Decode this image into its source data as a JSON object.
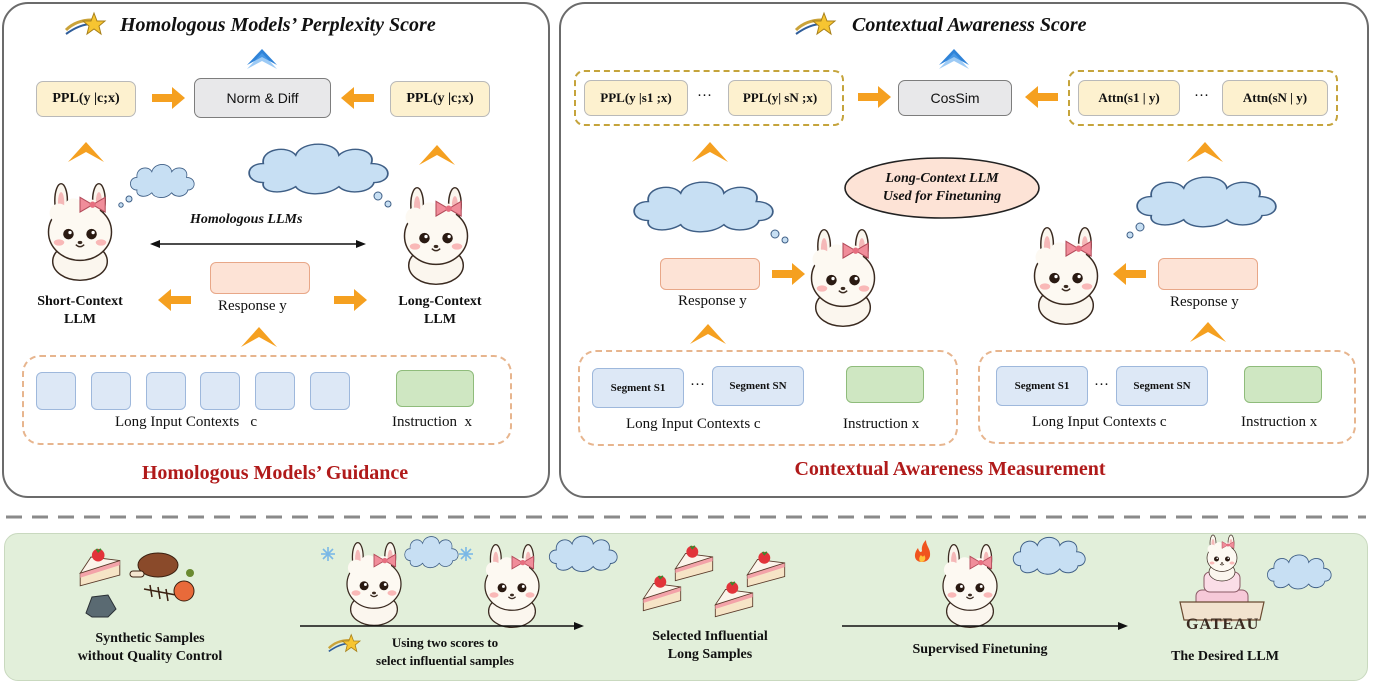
{
  "left": {
    "title": "Homologous Models’ Perplexity Score",
    "ppl_left": "PPL(y |c;x)",
    "ppl_right": "PPL(y |c;x)",
    "norm_diff": "Norm & Diff",
    "homologous": "Homologous LLMs",
    "short_llm": [
      "Short-Context",
      "LLM"
    ],
    "long_llm": [
      "Long-Context",
      "LLM"
    ],
    "response": "Response y",
    "contexts": "Long Input Contexts   c",
    "instruction": "Instruction  x",
    "guidance": "Homologous Models’ Guidance"
  },
  "right": {
    "title": "Contextual Awareness Score",
    "ppl_s1": "PPL(y |s1 ;x)",
    "ppl_sn": "PPL(y| sN ;x)",
    "ellipsis": "···",
    "cossim": "CosSim",
    "attn_s1": "Attn(s1 | y)",
    "attn_sn": "Attn(sN |  y)",
    "oval": [
      "Long-Context LLM",
      "Used for Finetuning"
    ],
    "response_left": "Response y",
    "response_right": "Response y",
    "segment_s1": "Segment S1",
    "segment_sn": "Segment SN",
    "contexts_left": "Long Input Contexts c",
    "contexts_right": "Long Input Contexts c",
    "instruction_left": "Instruction x",
    "instruction_right": "Instruction x",
    "measurement": "Contextual Awareness Measurement"
  },
  "bottom": {
    "synthetic": [
      "Synthetic Samples",
      "without Quality Control"
    ],
    "using": [
      "Using two scores to",
      "select influential samples"
    ],
    "selected": [
      "Selected Influential",
      "Long Samples"
    ],
    "sft": "Supervised Finetuning",
    "desired": "The Desired LLM",
    "gateau": "GATEAU"
  },
  "colors": {
    "arrow_orange": "#f5a020",
    "arrow_blue": "#2f83d8",
    "red_title": "#b01a1a",
    "panel_border": "#6b6b6b",
    "cloud": "#c7dff3",
    "bottom_bg": "#e2efda"
  }
}
